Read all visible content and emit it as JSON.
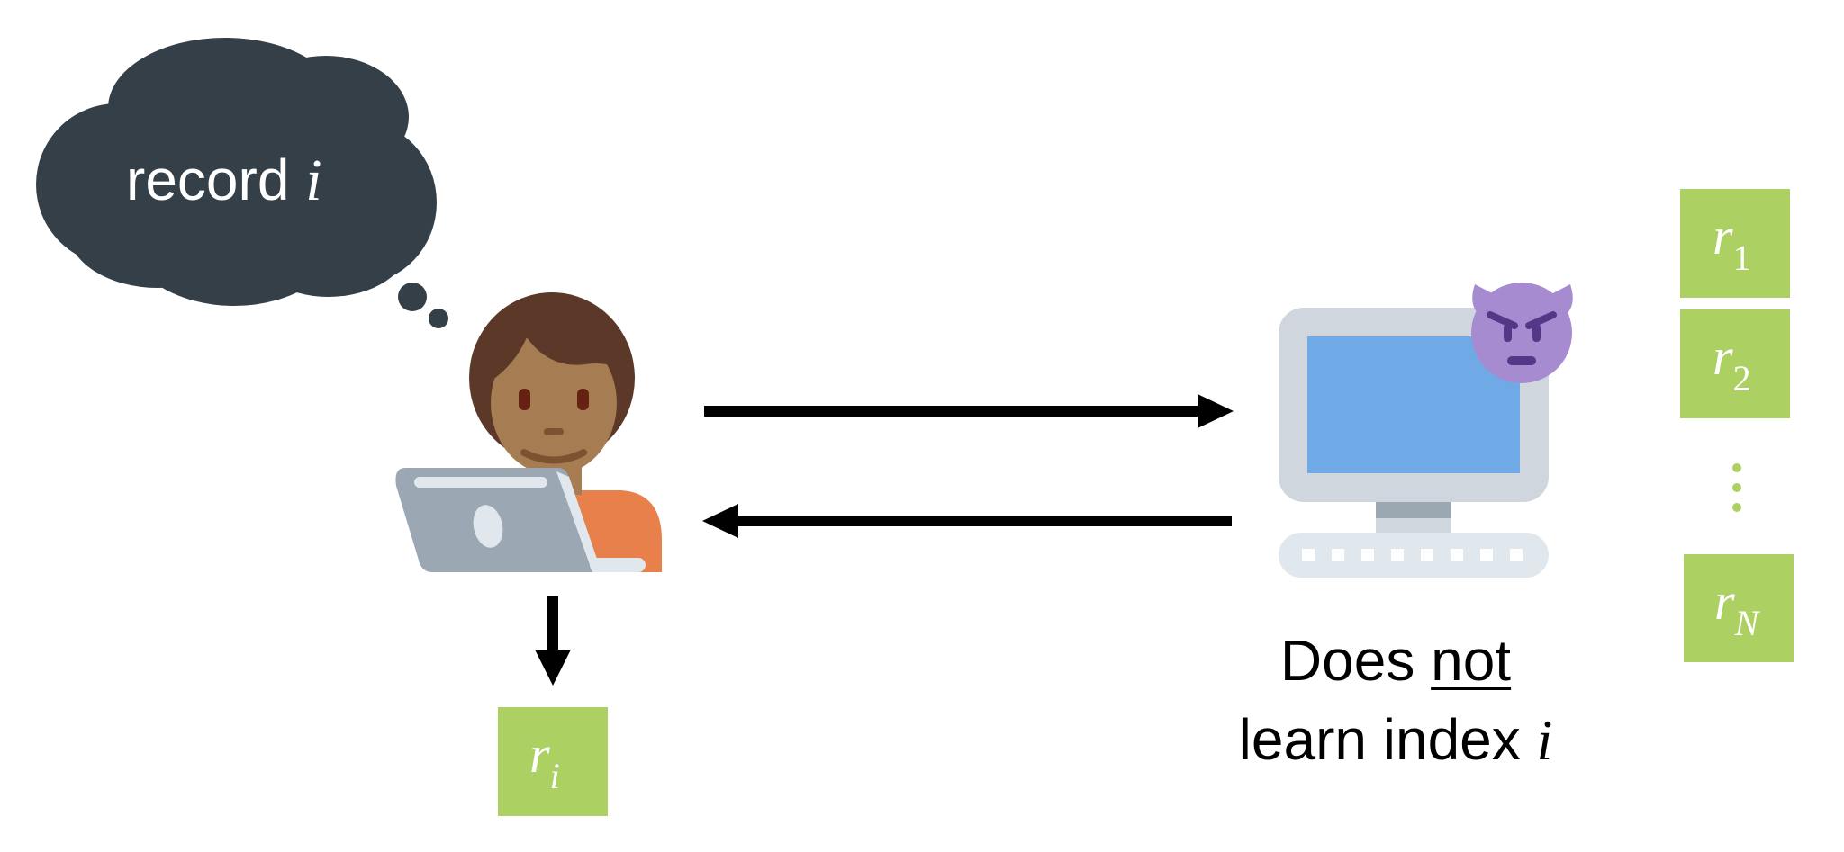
{
  "thought_bubble": {
    "text": "record ",
    "var": "i"
  },
  "client_result": {
    "base": "r",
    "sub": "i"
  },
  "database": [
    {
      "base": "r",
      "sub": "1"
    },
    {
      "base": "r",
      "sub": "2"
    },
    {
      "base": "r",
      "sub": "N"
    }
  ],
  "ellipsis": "⋮",
  "caption": {
    "line1_pre": "Does ",
    "line1_ul": "not",
    "line2_pre": "learn index ",
    "line2_var": "i"
  },
  "colors": {
    "cloud": "#343f48",
    "record_box": "#acd062",
    "arrow": "#000000",
    "monitor_frame": "#d0d6dd",
    "monitor_screen": "#70aae6",
    "devil": "#a78bd1",
    "skin": "#a67c52",
    "hair": "#5c3828",
    "shirt": "#e8804c",
    "laptop": "#9ba8b4"
  }
}
